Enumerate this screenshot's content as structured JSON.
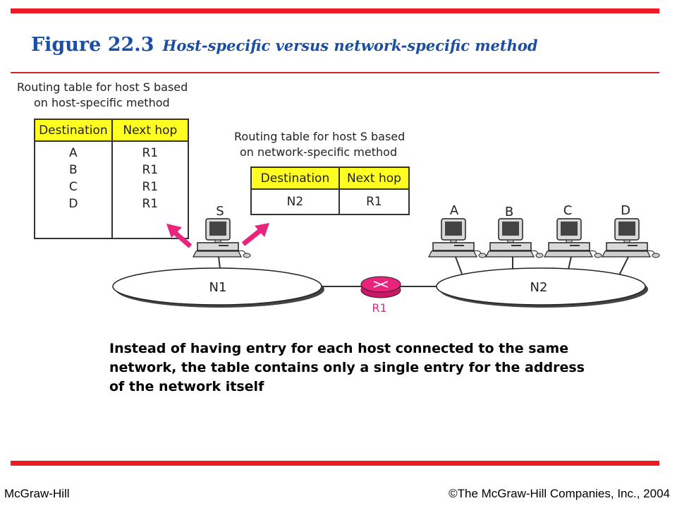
{
  "title": {
    "figure": "Figure 22.3",
    "subtitle": "Host-specific versus network-specific method"
  },
  "host_table": {
    "caption_line1": "Routing table for host S based",
    "caption_line2": "on host-specific method",
    "headers": [
      "Destination",
      "Next hop"
    ],
    "destinations": [
      "A",
      "B",
      "C",
      "D"
    ],
    "next_hops": [
      "R1",
      "R1",
      "R1",
      "R1"
    ]
  },
  "network_table": {
    "caption_line1": "Routing table for host S based",
    "caption_line2": "on network-specific method",
    "headers": [
      "Destination",
      "Next hop"
    ],
    "destinations": [
      "N2"
    ],
    "next_hops": [
      "R1"
    ]
  },
  "diagram": {
    "host_s": "S",
    "hosts": [
      "A",
      "B",
      "C",
      "D"
    ],
    "network_1": "N1",
    "network_2": "N2",
    "router": "R1"
  },
  "note": "Instead of having entry for each host connected to the same network, the table contains only a single entry for the address of the network itself",
  "footer": {
    "left": "McGraw-Hill",
    "right": "©The McGraw-Hill Companies, Inc., 2004"
  },
  "colors": {
    "accent_red": "#ee1b24",
    "title_blue": "#1b4fa3",
    "header_yellow": "#ffff21",
    "router_pink": "#e8247c"
  }
}
